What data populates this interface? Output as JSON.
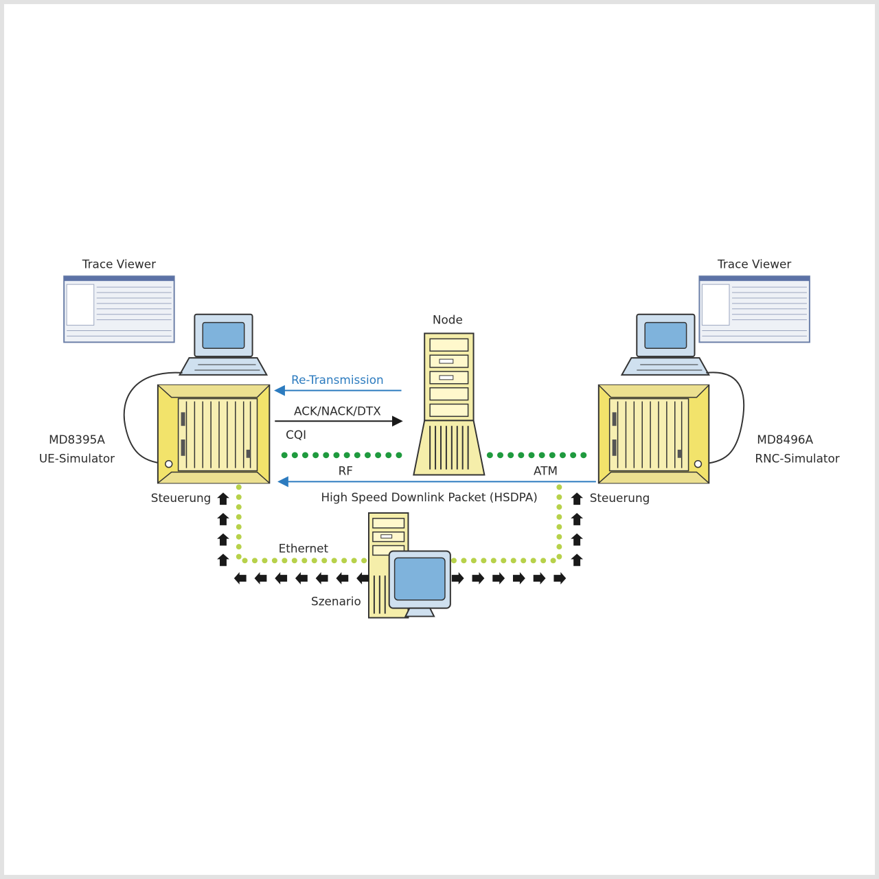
{
  "labels": {
    "trace_viewer_left": "Trace Viewer",
    "trace_viewer_right": "Trace Viewer",
    "node": "Node",
    "re_transmission": "Re-Transmission",
    "ack_nack_dtx": "ACK/NACK/DTX",
    "cqi": "CQI",
    "ue_model": "MD8395A",
    "ue_name": "UE-Simulator",
    "rnc_model": "MD8496A",
    "rnc_name": "RNC-Simulator",
    "rf": "RF",
    "atm": "ATM",
    "hsdpa": "High Speed Downlink Packet (HSDPA)",
    "steuerung_left": "Steuerung",
    "steuerung_right": "Steuerung",
    "ethernet": "Ethernet",
    "szenario": "Szenario"
  },
  "colors": {
    "frame_border": "#e2e2e2",
    "simulator_yellow": "#f2e36b",
    "node_tower": "#f5eeaa",
    "link_green_dark": "#1f9a3e",
    "link_green_light": "#b7d14a",
    "arrow_blue": "#2c7bbf",
    "arrow_black": "#1a1a1a",
    "screen_blue": "#7fb3dc"
  }
}
